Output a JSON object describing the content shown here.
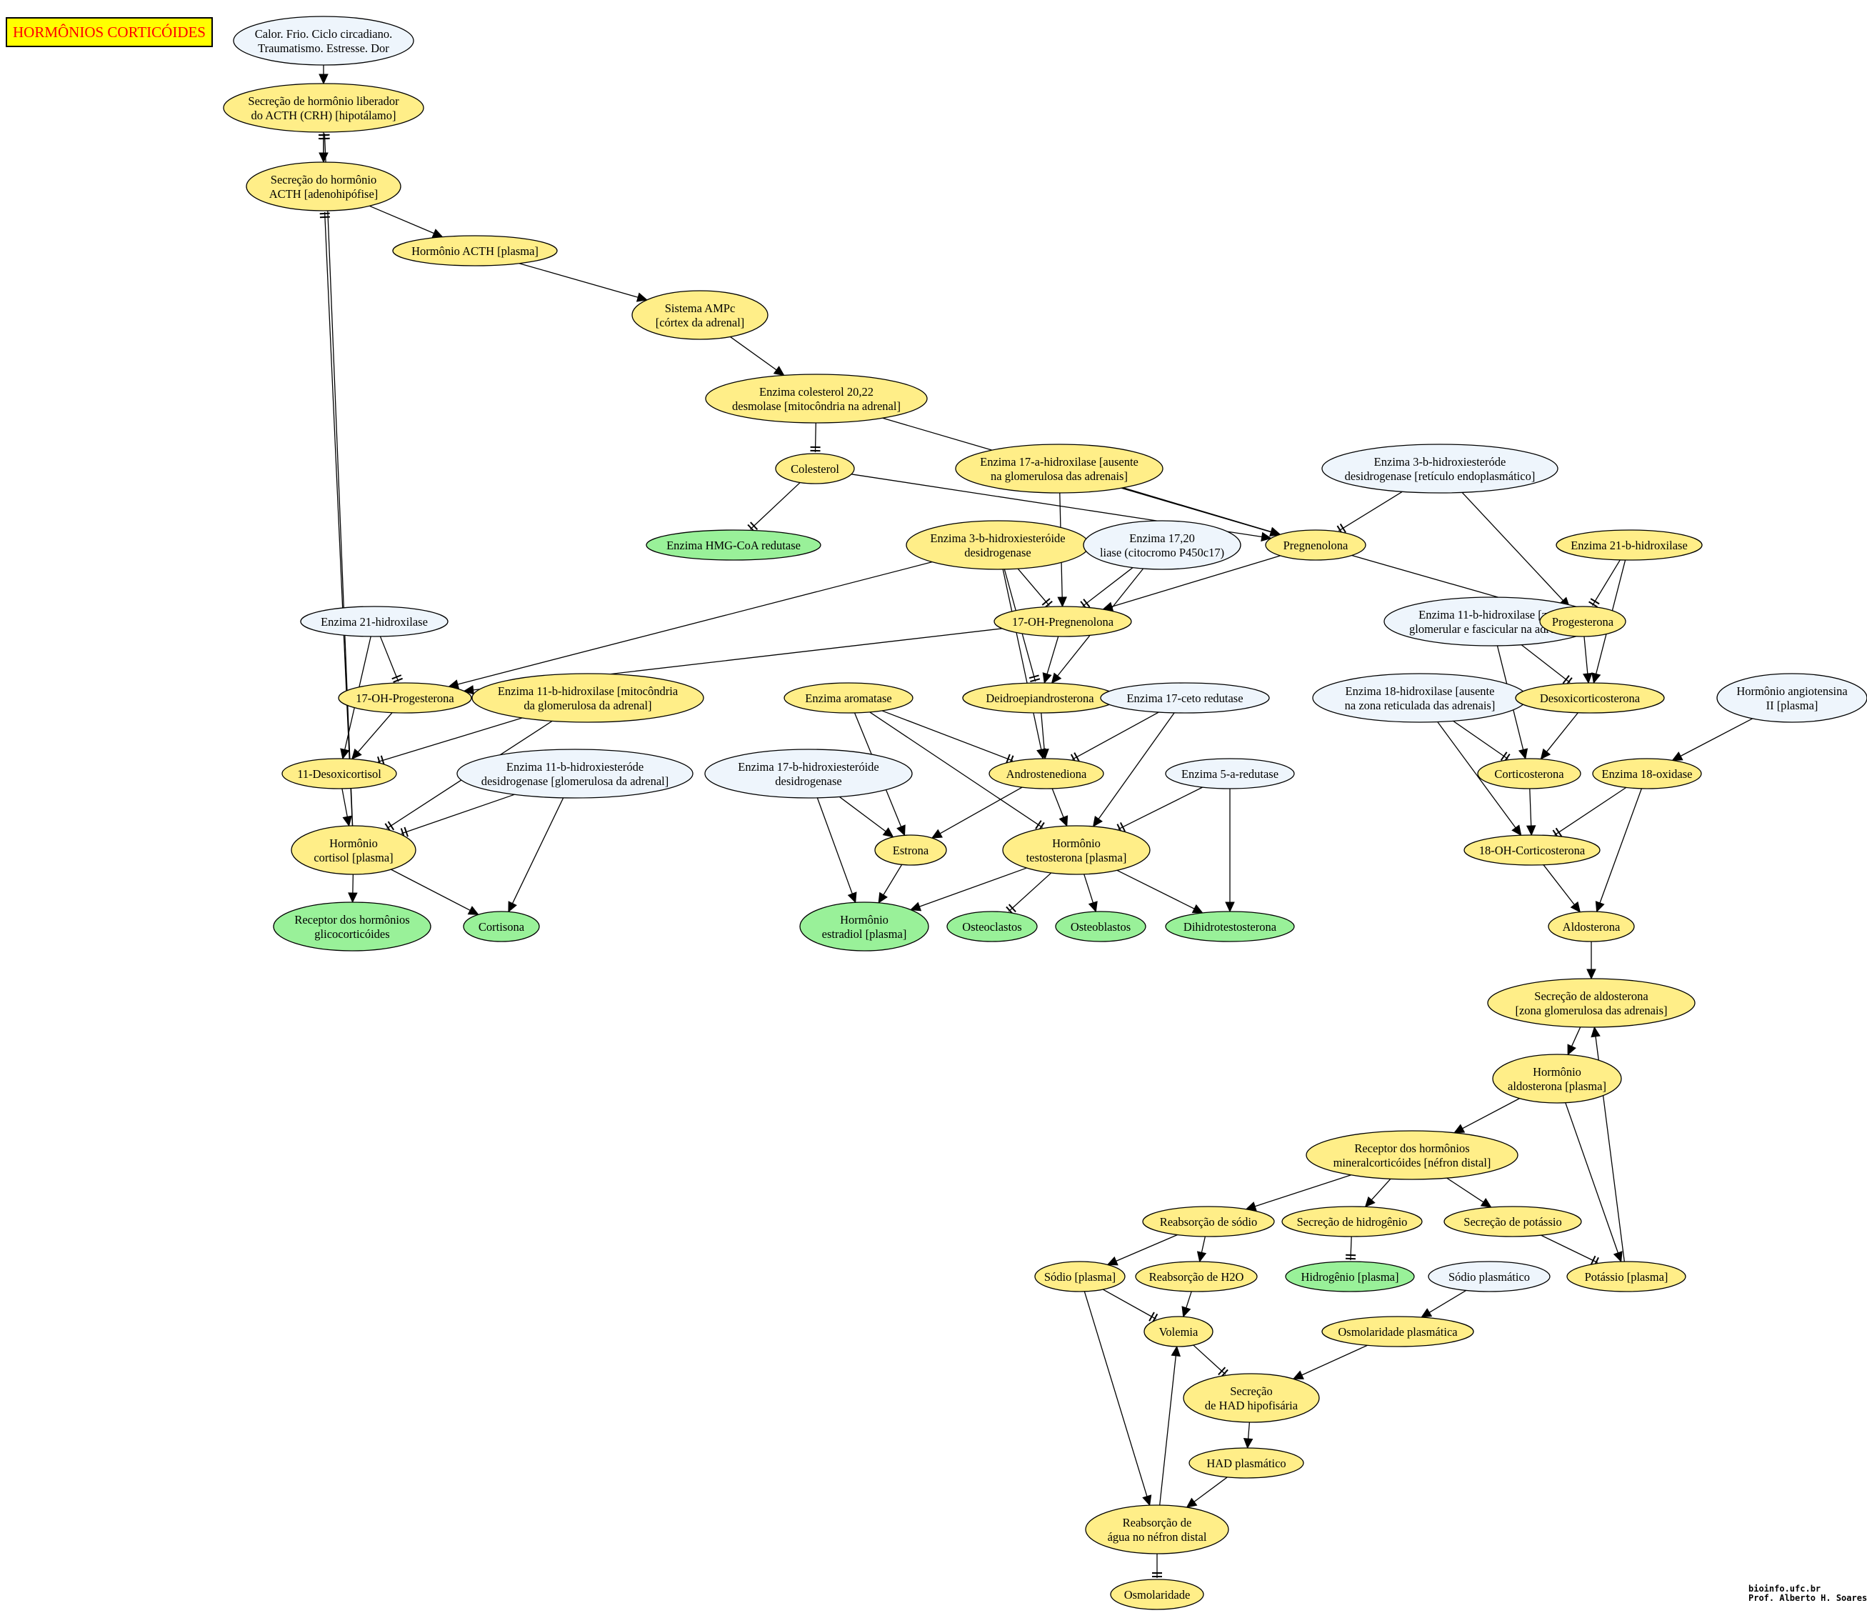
{
  "title": "HORMÔNIOS CORTICÓIDES",
  "footer": {
    "line1": "bioinfo.ufc.br",
    "line2": "Prof. Alberto H. Soares"
  },
  "colors": {
    "yellow": "#ffee88",
    "blue": "#eef5fc",
    "green": "#99f199",
    "title_bg": "#ffff00",
    "title_fg": "#ff0000"
  },
  "nodes": [
    {
      "id": "estimulos",
      "lines": [
        "Calor. Frio. Ciclo circadiano.",
        "Traumatismo. Estresse. Dor"
      ],
      "color": "blue"
    },
    {
      "id": "crh",
      "lines": [
        "Secreção de hormônio liberador",
        "do ACTH (CRH) [hipotálamo]"
      ],
      "color": "yellow"
    },
    {
      "id": "acth_sec",
      "lines": [
        "Secreção do hormônio",
        "ACTH [adenohipófise]"
      ],
      "color": "yellow"
    },
    {
      "id": "acth_plasma",
      "lines": [
        "Hormônio ACTH [plasma]"
      ],
      "color": "yellow"
    },
    {
      "id": "ampc",
      "lines": [
        "Sistema AMPc",
        "[córtex da adrenal]"
      ],
      "color": "yellow"
    },
    {
      "id": "desmolase",
      "lines": [
        "Enzima colesterol 20,22",
        "desmolase [mitocôndria na adrenal]"
      ],
      "color": "yellow"
    },
    {
      "id": "colesterol",
      "lines": [
        "Colesterol"
      ],
      "color": "yellow"
    },
    {
      "id": "hmgcoa",
      "lines": [
        "Enzima HMG-CoA redutase"
      ],
      "color": "green"
    },
    {
      "id": "e17a",
      "lines": [
        "Enzima 17-a-hidroxilase [ausente",
        "na glomerulosa das adrenais]"
      ],
      "color": "yellow"
    },
    {
      "id": "e3b_re",
      "lines": [
        "Enzima 3-b-hidroxiesteróde",
        "desidrogenase [retículo endoplasmático]"
      ],
      "color": "blue"
    },
    {
      "id": "pregnenolona",
      "lines": [
        "Pregnenolona"
      ],
      "color": "yellow"
    },
    {
      "id": "e3b",
      "lines": [
        "Enzima 3-b-hidroxiesteróide",
        "desidrogenase"
      ],
      "color": "yellow"
    },
    {
      "id": "e1720",
      "lines": [
        "Enzima 17,20",
        "liase (citocromo P450c17)"
      ],
      "color": "blue"
    },
    {
      "id": "e21b",
      "lines": [
        "Enzima 21-b-hidroxilase"
      ],
      "color": "yellow"
    },
    {
      "id": "oh17preg",
      "lines": [
        "17-OH-Pregnenolona"
      ],
      "color": "yellow"
    },
    {
      "id": "e11b_zona",
      "lines": [
        "Enzima 11-b-hidroxilase [zona",
        "glomerular e fascicular na adrenal]"
      ],
      "color": "blue"
    },
    {
      "id": "progesterona",
      "lines": [
        "Progesterona"
      ],
      "color": "yellow"
    },
    {
      "id": "e21",
      "lines": [
        "Enzima 21-hidroxilase"
      ],
      "color": "blue"
    },
    {
      "id": "oh17prog",
      "lines": [
        "17-OH-Progesterona"
      ],
      "color": "yellow"
    },
    {
      "id": "e11b_mito",
      "lines": [
        "Enzima 11-b-hidroxilase [mitocôndria",
        "da glomerulosa da adrenal]"
      ],
      "color": "yellow"
    },
    {
      "id": "aromatase",
      "lines": [
        "Enzima aromatase"
      ],
      "color": "yellow"
    },
    {
      "id": "dhea",
      "lines": [
        "Deidroepiandrosterona"
      ],
      "color": "yellow"
    },
    {
      "id": "e17ceto",
      "lines": [
        "Enzima 17-ceto redutase"
      ],
      "color": "blue"
    },
    {
      "id": "e18h",
      "lines": [
        "Enzima 18-hidroxilase [ausente",
        "na zona reticulada das adrenais]"
      ],
      "color": "blue"
    },
    {
      "id": "desoxicorticosterona",
      "lines": [
        "Desoxicorticosterona"
      ],
      "color": "yellow"
    },
    {
      "id": "angiotensina",
      "lines": [
        "Hormônio angiotensina",
        "II [plasma]"
      ],
      "color": "blue"
    },
    {
      "id": "desoxicortisol",
      "lines": [
        "11-Desoxicortisol"
      ],
      "color": "yellow"
    },
    {
      "id": "e11b_desid",
      "lines": [
        "Enzima 11-b-hidroxiesteróde",
        "desidrogenase [glomerulosa da adrenal]"
      ],
      "color": "blue"
    },
    {
      "id": "e17b",
      "lines": [
        "Enzima 17-b-hidroxiesteróide",
        "desidrogenase"
      ],
      "color": "blue"
    },
    {
      "id": "androstenediona",
      "lines": [
        "Androstenediona"
      ],
      "color": "yellow"
    },
    {
      "id": "e5a",
      "lines": [
        "Enzima 5-a-redutase"
      ],
      "color": "blue"
    },
    {
      "id": "corticosterona",
      "lines": [
        "Corticosterona"
      ],
      "color": "yellow"
    },
    {
      "id": "e18ox",
      "lines": [
        "Enzima 18-oxidase"
      ],
      "color": "yellow"
    },
    {
      "id": "cortisol",
      "lines": [
        "Hormônio",
        "cortisol [plasma]"
      ],
      "color": "yellow"
    },
    {
      "id": "estrona",
      "lines": [
        "Estrona"
      ],
      "color": "yellow"
    },
    {
      "id": "testosterona",
      "lines": [
        "Hormônio",
        "testosterona [plasma]"
      ],
      "color": "yellow"
    },
    {
      "id": "oh18cort",
      "lines": [
        "18-OH-Corticosterona"
      ],
      "color": "yellow"
    },
    {
      "id": "rec_glico",
      "lines": [
        "Receptor dos hormônios",
        "glicocorticóides"
      ],
      "color": "green"
    },
    {
      "id": "cortisona",
      "lines": [
        "Cortisona"
      ],
      "color": "green"
    },
    {
      "id": "estradiol",
      "lines": [
        "Hormônio",
        "estradiol [plasma]"
      ],
      "color": "green"
    },
    {
      "id": "osteoclastos",
      "lines": [
        "Osteoclastos"
      ],
      "color": "green"
    },
    {
      "id": "osteoblastos",
      "lines": [
        "Osteoblastos"
      ],
      "color": "green"
    },
    {
      "id": "dht",
      "lines": [
        "Dihidrotestosterona"
      ],
      "color": "green"
    },
    {
      "id": "aldosterona",
      "lines": [
        "Aldosterona"
      ],
      "color": "yellow"
    },
    {
      "id": "sec_aldo",
      "lines": [
        "Secreção de aldosterona",
        "[zona glomerulosa das adrenais]"
      ],
      "color": "yellow"
    },
    {
      "id": "aldo_plasma",
      "lines": [
        "Hormônio",
        "aldosterona [plasma]"
      ],
      "color": "yellow"
    },
    {
      "id": "rec_mineral",
      "lines": [
        "Receptor dos hormônios",
        "mineralcorticóides [néfron distal]"
      ],
      "color": "yellow"
    },
    {
      "id": "reab_sodio",
      "lines": [
        "Reabsorção de sódio"
      ],
      "color": "yellow"
    },
    {
      "id": "sec_hidrogenio",
      "lines": [
        "Secreção de hidrogênio"
      ],
      "color": "yellow"
    },
    {
      "id": "sec_potassio",
      "lines": [
        "Secreção de potássio"
      ],
      "color": "yellow"
    },
    {
      "id": "sodio_plasma",
      "lines": [
        "Sódio [plasma]"
      ],
      "color": "yellow"
    },
    {
      "id": "reab_h2o",
      "lines": [
        "Reabsorção de H2O"
      ],
      "color": "yellow"
    },
    {
      "id": "hidrogenio_plasma",
      "lines": [
        "Hidrogênio [plasma]"
      ],
      "color": "green"
    },
    {
      "id": "sodio_plasmatico",
      "lines": [
        "Sódio plasmático"
      ],
      "color": "blue"
    },
    {
      "id": "potassio_plasma",
      "lines": [
        "Potássio [plasma]"
      ],
      "color": "yellow"
    },
    {
      "id": "volemia",
      "lines": [
        "Volemia"
      ],
      "color": "yellow"
    },
    {
      "id": "osmolaridade_plasm",
      "lines": [
        "Osmolaridade plasmática"
      ],
      "color": "yellow"
    },
    {
      "id": "sec_had",
      "lines": [
        "Secreção",
        "de HAD hipofisária"
      ],
      "color": "yellow"
    },
    {
      "id": "had_plasma",
      "lines": [
        "HAD plasmático"
      ],
      "color": "yellow"
    },
    {
      "id": "reab_agua",
      "lines": [
        "Reabsorção de",
        "água no néfron distal"
      ],
      "color": "yellow"
    },
    {
      "id": "osmolaridade",
      "lines": [
        "Osmolaridade"
      ],
      "color": "yellow"
    }
  ],
  "edges": [
    {
      "from": "estimulos",
      "to": "crh",
      "type": "activate"
    },
    {
      "from": "crh",
      "to": "acth_sec",
      "type": "activate"
    },
    {
      "from": "acth_sec",
      "to": "crh",
      "type": "inhibit"
    },
    {
      "from": "acth_sec",
      "to": "acth_plasma",
      "type": "activate"
    },
    {
      "from": "acth_plasma",
      "to": "ampc",
      "type": "activate"
    },
    {
      "from": "ampc",
      "to": "desmolase",
      "type": "activate"
    },
    {
      "from": "desmolase",
      "to": "colesterol",
      "type": "inhibit"
    },
    {
      "from": "desmolase",
      "to": "pregnenolona",
      "type": "activate"
    },
    {
      "from": "colesterol",
      "to": "hmgcoa",
      "type": "inhibit"
    },
    {
      "from": "colesterol",
      "to": "pregnenolona",
      "type": "activate"
    },
    {
      "from": "e17a",
      "to": "pregnenolona",
      "type": "activate"
    },
    {
      "from": "e17a",
      "to": "oh17preg",
      "type": "activate"
    },
    {
      "from": "e3b_re",
      "to": "pregnenolona",
      "type": "inhibit"
    },
    {
      "from": "e3b_re",
      "to": "progesterona",
      "type": "activate"
    },
    {
      "from": "pregnenolona",
      "to": "progesterona",
      "type": "activate"
    },
    {
      "from": "pregnenolona",
      "to": "oh17preg",
      "type": "activate"
    },
    {
      "from": "e3b",
      "to": "oh17preg",
      "type": "inhibit"
    },
    {
      "from": "e3b",
      "to": "oh17prog",
      "type": "activate"
    },
    {
      "from": "e3b",
      "to": "dhea",
      "type": "inhibit"
    },
    {
      "from": "e3b",
      "to": "androstenediona",
      "type": "activate"
    },
    {
      "from": "e1720",
      "to": "oh17preg",
      "type": "inhibit"
    },
    {
      "from": "e1720",
      "to": "dhea",
      "type": "activate"
    },
    {
      "from": "e21b",
      "to": "progesterona",
      "type": "inhibit"
    },
    {
      "from": "e21b",
      "to": "desoxicorticosterona",
      "type": "activate"
    },
    {
      "from": "oh17preg",
      "to": "oh17prog",
      "type": "activate"
    },
    {
      "from": "oh17preg",
      "to": "dhea",
      "type": "activate"
    },
    {
      "from": "e11b_zona",
      "to": "desoxicorticosterona",
      "type": "inhibit"
    },
    {
      "from": "e11b_zona",
      "to": "corticosterona",
      "type": "activate"
    },
    {
      "from": "progesterona",
      "to": "desoxicorticosterona",
      "type": "activate"
    },
    {
      "from": "e21",
      "to": "oh17prog",
      "type": "inhibit"
    },
    {
      "from": "e21",
      "to": "desoxicortisol",
      "type": "activate"
    },
    {
      "from": "oh17prog",
      "to": "desoxicortisol",
      "type": "activate"
    },
    {
      "from": "e11b_mito",
      "to": "desoxicortisol",
      "type": "inhibit"
    },
    {
      "from": "e11b_mito",
      "to": "cortisol",
      "type": "inhibit"
    },
    {
      "from": "aromatase",
      "to": "androstenediona",
      "type": "inhibit"
    },
    {
      "from": "aromatase",
      "to": "estrona",
      "type": "activate"
    },
    {
      "from": "aromatase",
      "to": "testosterona",
      "type": "inhibit"
    },
    {
      "from": "dhea",
      "to": "androstenediona",
      "type": "activate"
    },
    {
      "from": "e17ceto",
      "to": "androstenediona",
      "type": "inhibit"
    },
    {
      "from": "e17ceto",
      "to": "testosterona",
      "type": "activate"
    },
    {
      "from": "e18h",
      "to": "corticosterona",
      "type": "inhibit"
    },
    {
      "from": "e18h",
      "to": "oh18cort",
      "type": "activate"
    },
    {
      "from": "desoxicorticosterona",
      "to": "corticosterona",
      "type": "activate"
    },
    {
      "from": "angiotensina",
      "to": "e18ox",
      "type": "activate"
    },
    {
      "from": "desoxicortisol",
      "to": "cortisol",
      "type": "activate"
    },
    {
      "from": "e11b_desid",
      "to": "cortisol",
      "type": "inhibit"
    },
    {
      "from": "e11b_desid",
      "to": "cortisona",
      "type": "activate"
    },
    {
      "from": "e17b",
      "to": "estrona",
      "type": "activate"
    },
    {
      "from": "e17b",
      "to": "estradiol",
      "type": "activate"
    },
    {
      "from": "androstenediona",
      "to": "estrona",
      "type": "activate"
    },
    {
      "from": "androstenediona",
      "to": "testosterona",
      "type": "activate"
    },
    {
      "from": "e5a",
      "to": "testosterona",
      "type": "inhibit"
    },
    {
      "from": "e5a",
      "to": "dht",
      "type": "activate"
    },
    {
      "from": "corticosterona",
      "to": "oh18cort",
      "type": "activate"
    },
    {
      "from": "e18ox",
      "to": "oh18cort",
      "type": "inhibit"
    },
    {
      "from": "e18ox",
      "to": "aldosterona",
      "type": "activate"
    },
    {
      "from": "cortisol",
      "to": "crh",
      "type": "inhibit"
    },
    {
      "from": "cortisol",
      "to": "acth_sec",
      "type": "inhibit"
    },
    {
      "from": "cortisol",
      "to": "rec_glico",
      "type": "activate"
    },
    {
      "from": "cortisol",
      "to": "cortisona",
      "type": "activate"
    },
    {
      "from": "estrona",
      "to": "estradiol",
      "type": "activate"
    },
    {
      "from": "testosterona",
      "to": "estradiol",
      "type": "activate"
    },
    {
      "from": "testosterona",
      "to": "osteoclastos",
      "type": "inhibit"
    },
    {
      "from": "testosterona",
      "to": "osteoblastos",
      "type": "activate"
    },
    {
      "from": "testosterona",
      "to": "dht",
      "type": "activate"
    },
    {
      "from": "oh18cort",
      "to": "aldosterona",
      "type": "activate"
    },
    {
      "from": "aldosterona",
      "to": "sec_aldo",
      "type": "activate"
    },
    {
      "from": "sec_aldo",
      "to": "aldo_plasma",
      "type": "activate"
    },
    {
      "from": "aldo_plasma",
      "to": "rec_mineral",
      "type": "activate"
    },
    {
      "from": "aldo_plasma",
      "to": "potassio_plasma",
      "type": "activate"
    },
    {
      "from": "potassio_plasma",
      "to": "sec_aldo",
      "type": "activate"
    },
    {
      "from": "rec_mineral",
      "to": "reab_sodio",
      "type": "activate"
    },
    {
      "from": "rec_mineral",
      "to": "sec_hidrogenio",
      "type": "activate"
    },
    {
      "from": "rec_mineral",
      "to": "sec_potassio",
      "type": "activate"
    },
    {
      "from": "reab_sodio",
      "to": "sodio_plasma",
      "type": "activate"
    },
    {
      "from": "reab_sodio",
      "to": "reab_h2o",
      "type": "activate"
    },
    {
      "from": "sec_hidrogenio",
      "to": "hidrogenio_plasma",
      "type": "inhibit"
    },
    {
      "from": "sec_potassio",
      "to": "potassio_plasma",
      "type": "inhibit"
    },
    {
      "from": "sodio_plasma",
      "to": "volemia",
      "type": "inhibit"
    },
    {
      "from": "sodio_plasma",
      "to": "reab_agua",
      "type": "activate"
    },
    {
      "from": "reab_h2o",
      "to": "volemia",
      "type": "activate"
    },
    {
      "from": "sodio_plasmatico",
      "to": "osmolaridade_plasm",
      "type": "activate"
    },
    {
      "from": "osmolaridade_plasm",
      "to": "sec_had",
      "type": "activate"
    },
    {
      "from": "volemia",
      "to": "sec_had",
      "type": "inhibit"
    },
    {
      "from": "sec_had",
      "to": "had_plasma",
      "type": "activate"
    },
    {
      "from": "had_plasma",
      "to": "reab_agua",
      "type": "activate"
    },
    {
      "from": "reab_agua",
      "to": "volemia",
      "type": "activate"
    },
    {
      "from": "reab_agua",
      "to": "osmolaridade",
      "type": "inhibit"
    }
  ]
}
